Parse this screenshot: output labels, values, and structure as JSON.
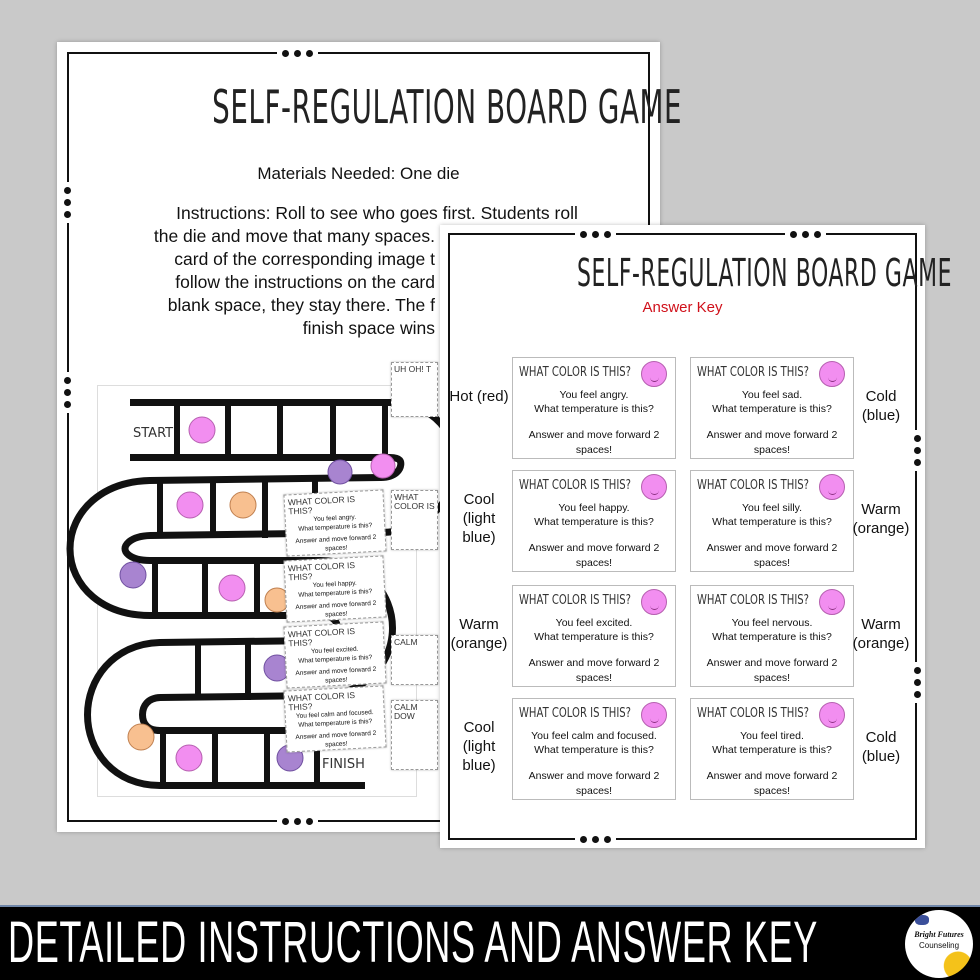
{
  "back_page": {
    "title": "SELF-REGULATION BOARD GAME",
    "materials": "Materials Needed: One die",
    "instructions_lines": [
      "Instructions: Roll to see who goes first. Students roll",
      "the die and move that many spaces.",
      "card of the corresponding image t",
      "follow the instructions on the card",
      "blank space, they stay there. The f",
      "finish space wins"
    ],
    "board": {
      "start_label": "START",
      "finish_label": "FINISH"
    },
    "mini_cards": [
      {
        "title": "WHAT COLOR IS THIS?",
        "feeling": "You feel angry.",
        "question": "What temperature is this?",
        "answer": "Answer and move forward 2 spaces!"
      },
      {
        "title": "WHAT COLOR IS THIS?",
        "feeling": "You feel happy.",
        "question": "What temperature is this?",
        "answer": "Answer and move forward 2 spaces!"
      },
      {
        "title": "WHAT COLOR IS THIS?",
        "feeling": "You feel excited.",
        "question": "What temperature is this?",
        "answer": "Answer and move forward 2 spaces!"
      },
      {
        "title": "WHAT COLOR IS THIS?",
        "feeling": "You feel calm and focused.",
        "question": "What temperature is this?",
        "answer": "Answer and move forward 2 spaces!"
      }
    ],
    "side_cards": [
      {
        "title": "UH OH! T"
      },
      {
        "title": "WHAT COLOR IS"
      },
      {
        "title": "CALM"
      },
      {
        "title": "CALM DOW"
      }
    ]
  },
  "front_page": {
    "title": "SELF-REGULATION BOARD GAME",
    "subtitle": "Answer Key",
    "subtitle_color": "#d0101a",
    "cards": [
      {
        "title": "WHAT COLOR IS THIS?",
        "feeling": "You feel angry.",
        "question": "What temperature is this?",
        "answer": "Answer and move forward 2 spaces!",
        "key": "Hot (red)"
      },
      {
        "title": "WHAT COLOR IS THIS?",
        "feeling": "You feel sad.",
        "question": "What temperature is this?",
        "answer": "Answer and move forward 2 spaces!",
        "key": "Cold (blue)"
      },
      {
        "title": "WHAT COLOR IS THIS?",
        "feeling": "You feel happy.",
        "question": "What temperature is this?",
        "answer": "Answer and move forward 2 spaces!",
        "key": "Cool (light blue)"
      },
      {
        "title": "WHAT COLOR IS THIS?",
        "feeling": "You feel silly.",
        "question": "What temperature is this?",
        "answer": "Answer and move forward 2 spaces!",
        "key": "Warm (orange)"
      },
      {
        "title": "WHAT COLOR IS THIS?",
        "feeling": "You feel excited.",
        "question": "What temperature is this?",
        "answer": "Answer and move forward 2 spaces!",
        "key": "Warm (orange)"
      },
      {
        "title": "WHAT COLOR IS THIS?",
        "feeling": "You feel nervous.",
        "question": "What temperature is this?",
        "answer": "Answer and move forward 2 spaces!",
        "key": "Warm (orange)"
      },
      {
        "title": "WHAT COLOR IS THIS?",
        "feeling": "You feel calm and focused.",
        "question": "What temperature is this?",
        "answer": "Answer and move forward 2 spaces!",
        "key": "Cool (light blue)"
      },
      {
        "title": "WHAT COLOR IS THIS?",
        "feeling": "You feel tired.",
        "question": "What temperature is this?",
        "answer": "Answer and move forward 2 spaces!",
        "key": "Cold (blue)"
      }
    ]
  },
  "banner": {
    "text": "DETAILED INSTRUCTIONS AND ANSWER KEY"
  },
  "logo": {
    "line1": "Bright Futures",
    "line2": "Counseling"
  },
  "colors": {
    "background": "#c9c9c9",
    "character_pink": "#f28ef0",
    "character_orange": "#f8c090",
    "character_purple": "#a884d0"
  }
}
